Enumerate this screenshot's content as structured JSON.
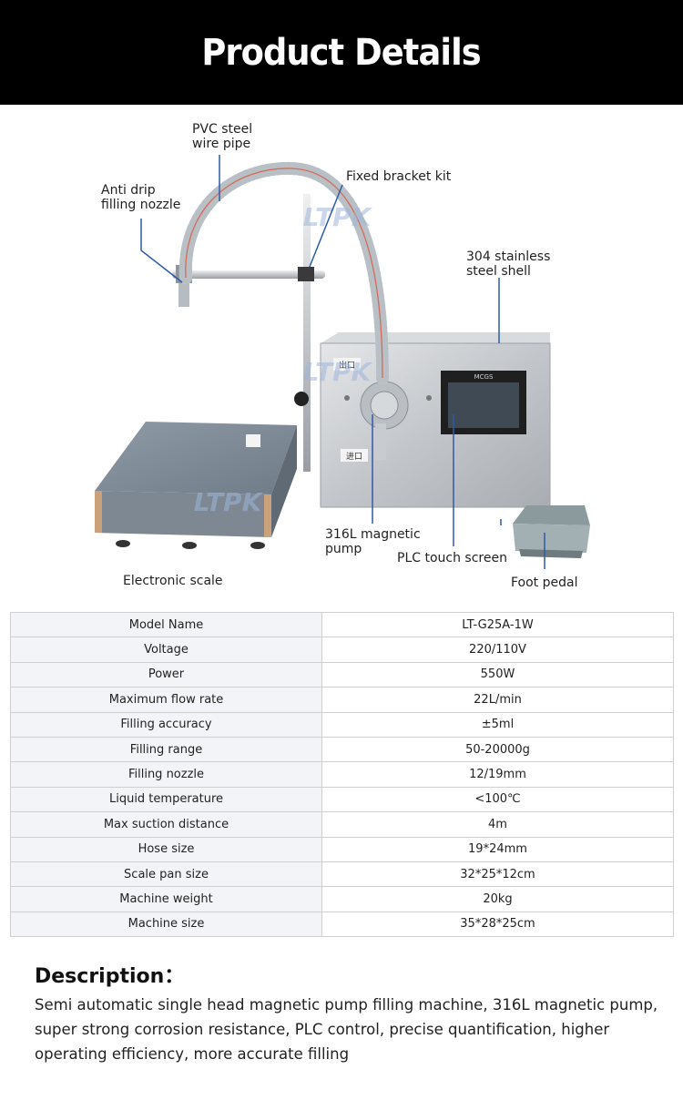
{
  "header": {
    "title": "Product Details"
  },
  "diagram": {
    "watermark": "LTPK",
    "panel_labels": {
      "outlet": "出口",
      "inlet": "进口",
      "screen_brand": "MCGS"
    },
    "callouts": {
      "pvc_pipe": "PVC steel\nwire pipe",
      "nozzle": "Anti drip\nfilling nozzle",
      "bracket": "Fixed bracket kit",
      "shell": "304 stainless\nsteel shell",
      "scale": "Electronic scale",
      "pump": "316L magnetic\npump",
      "screen": "PLC touch screen",
      "pedal": "Foot pedal"
    }
  },
  "specs": [
    {
      "name": "Model Name",
      "value": "LT-G25A-1W"
    },
    {
      "name": "Voltage",
      "value": "220/110V"
    },
    {
      "name": "Power",
      "value": "550W"
    },
    {
      "name": "Maximum flow rate",
      "value": "22L/min"
    },
    {
      "name": "Filling accuracy",
      "value": "±5ml"
    },
    {
      "name": "Filling range",
      "value": "50-20000g"
    },
    {
      "name": "Filling nozzle",
      "value": "12/19mm"
    },
    {
      "name": "Liquid temperature",
      "value": "<100℃"
    },
    {
      "name": "Max suction distance",
      "value": "4m"
    },
    {
      "name": "Hose size",
      "value": "19*24mm"
    },
    {
      "name": "Scale pan size",
      "value": "32*25*12cm"
    },
    {
      "name": "Machine weight",
      "value": "20kg"
    },
    {
      "name": "Machine size",
      "value": "35*28*25cm"
    }
  ],
  "description": {
    "title": "Description：",
    "body": "Semi automatic single head magnetic pump filling machine, 316L magnetic pump, super strong corrosion resistance, PLC control, precise quantification, higher operating efficiency, more accurate filling"
  },
  "colors": {
    "header_bg": "#000000",
    "callout_line": "#2e5ba8",
    "table_key_bg": "#f3f4f8"
  }
}
